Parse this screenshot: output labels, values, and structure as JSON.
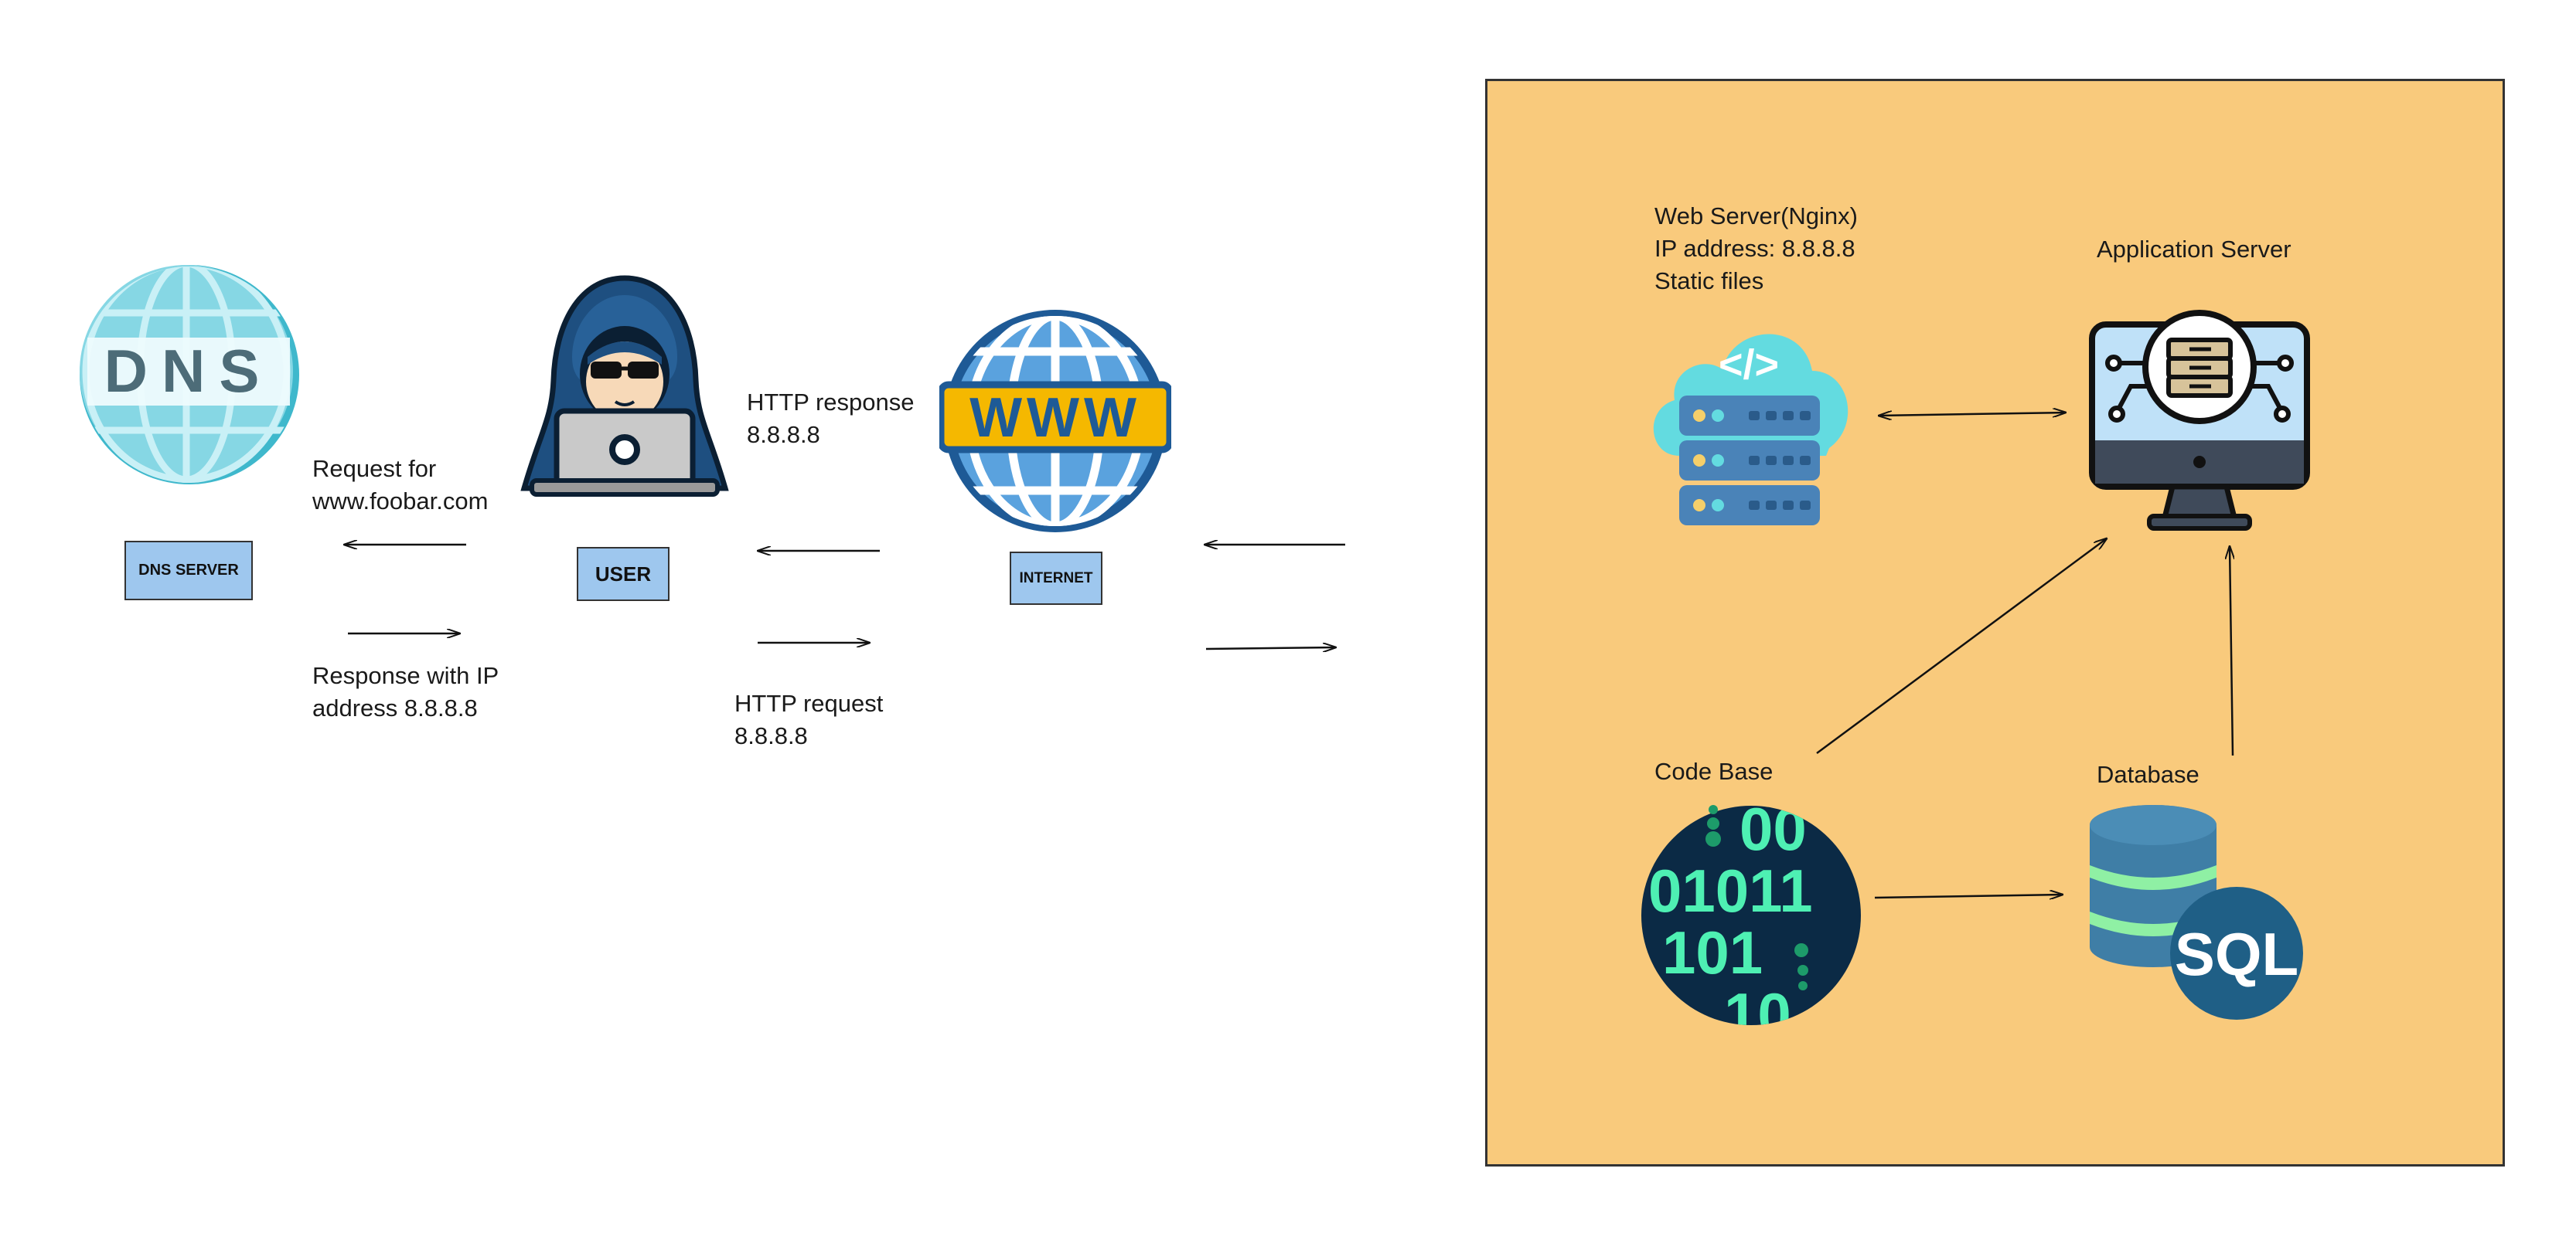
{
  "nodes": {
    "dns": {
      "icon_text": "DNS",
      "label": "DNS SERVER"
    },
    "user": {
      "label": "USER"
    },
    "internet": {
      "icon_text": "WWW",
      "label": "INTERNET"
    }
  },
  "edges": {
    "dns_request": {
      "line1": "Request for",
      "line2": "www.foobar.com"
    },
    "dns_response": {
      "line1": "Response with IP",
      "line2": "address 8.8.8.8"
    },
    "http_response": {
      "line1": "HTTP response",
      "line2": "8.8.8.8"
    },
    "http_request": {
      "line1": "HTTP request",
      "line2": "8.8.8.8"
    }
  },
  "server_box": {
    "web_server": {
      "line1": "Web Server(Nginx)",
      "line2": "IP address: 8.8.8.8",
      "line3": "Static files"
    },
    "app_server": {
      "label": "Application Server"
    },
    "code_base": {
      "label": "Code Base",
      "binary_rows": [
        "00",
        "01011",
        "101",
        "10"
      ]
    },
    "database": {
      "label": "Database",
      "icon_text": "SQL"
    }
  },
  "colors": {
    "server_box_fill": "#f9ca7c",
    "label_box_fill": "#9ec7ee",
    "globe_blue": "#1e5a96",
    "www_band": "#f5b800",
    "dns_globe": "#5cc4d8",
    "hood": "#1e4f80",
    "cloud": "#63dbe0",
    "server_rack": "#4a83b8",
    "binary_bg": "#0b2a45",
    "binary_green": "#4ef0b3",
    "db_blue": "#3f7ea6",
    "db_green": "#8ff0a4"
  }
}
